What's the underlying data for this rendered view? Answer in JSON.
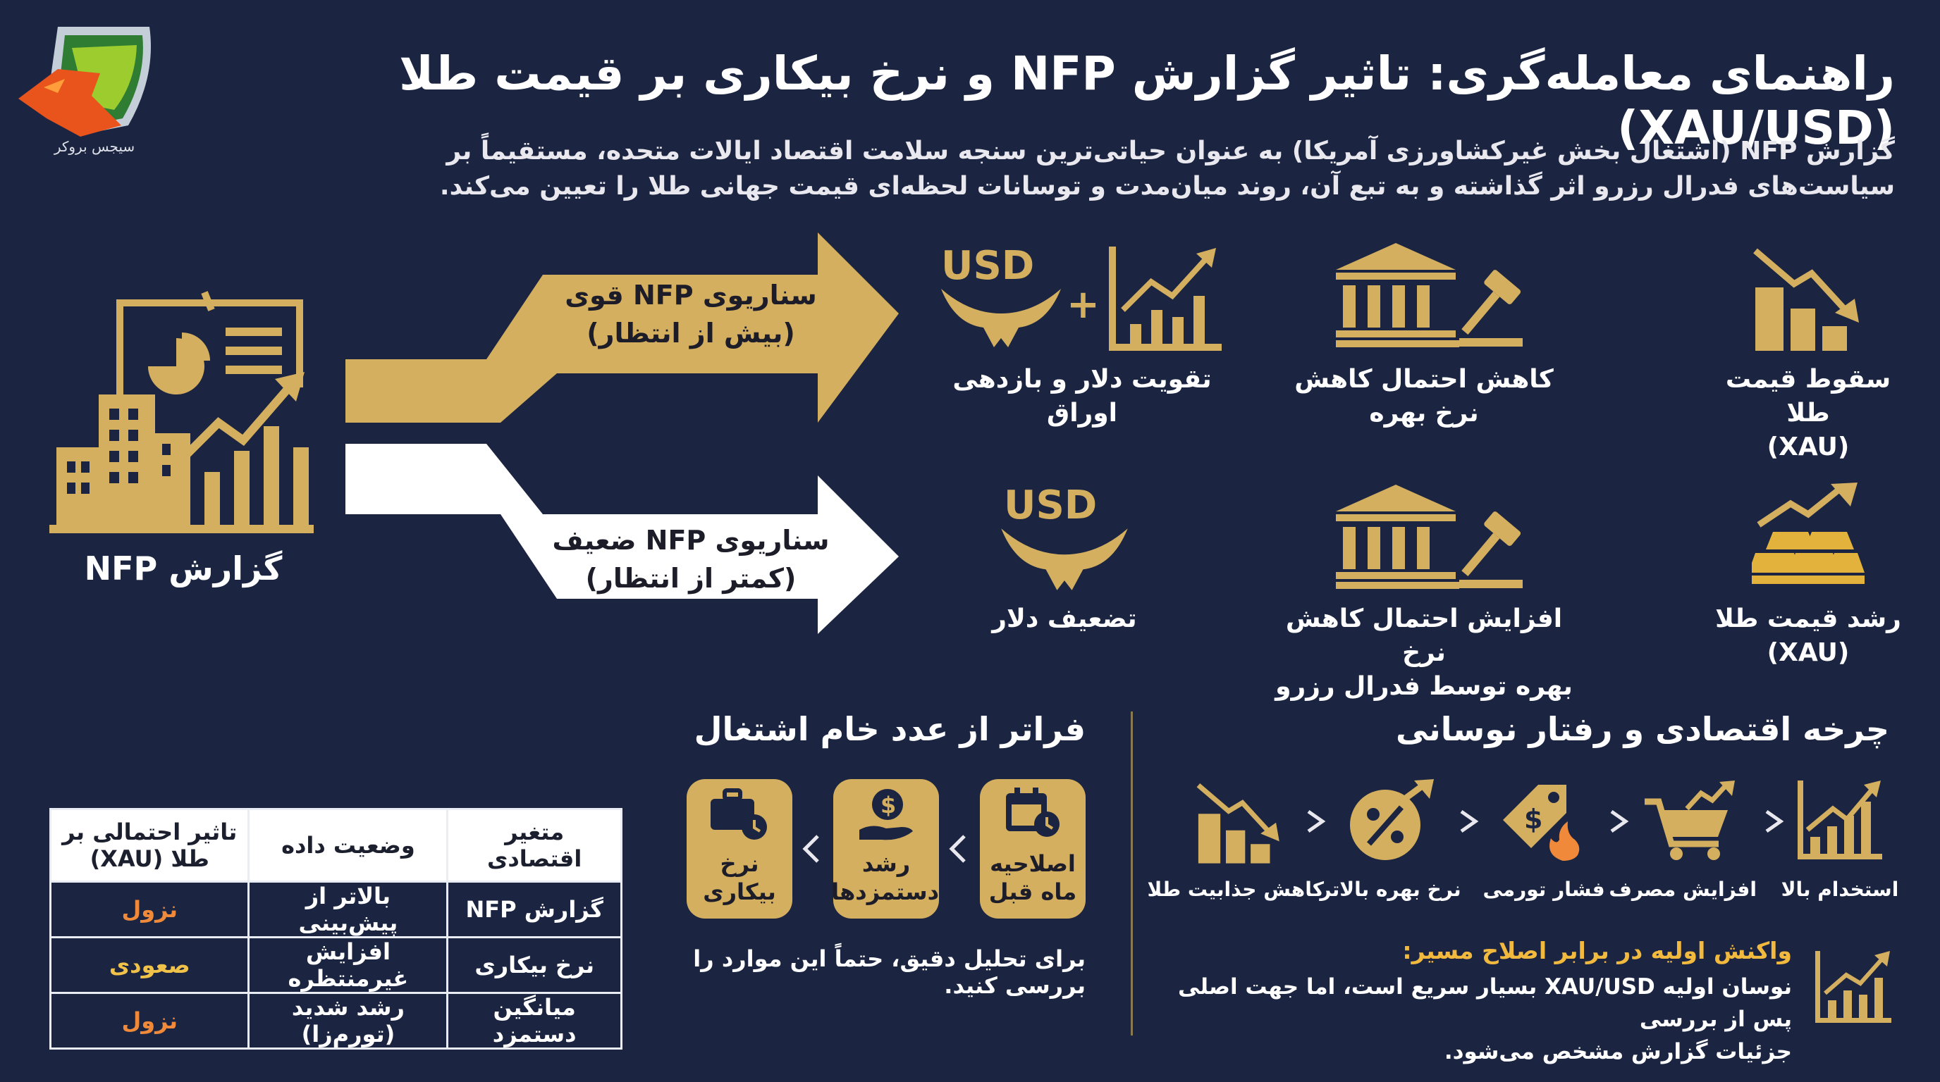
{
  "colors": {
    "background": "#1b2440",
    "gold": "#d4af5f",
    "white": "#ffffff",
    "down": "#f08a3a",
    "up": "#f1c24a"
  },
  "header": {
    "title": "راهنمای معامله‌گری: تاثیر گزارش NFP و نرخ بیکاری بر قیمت طلا (XAU/USD)",
    "intro": "گزارش NFP (اشتغال بخش غیرکشاورزی آمریکا) به عنوان حیاتی‌ترین سنجه سلامت اقتصاد ایالات متحده، مستقیماً بر سیاست‌های فدرال رزرو اثر گذاشته و به تبع آن، روند میان‌مدت و توسانات لحظه‌ای قیمت جهانی طلا را تعیین می‌کند."
  },
  "logo": {
    "caption": "سیجس بروکر",
    "icon": "wolf-shield-logo"
  },
  "source": {
    "label": "گزارش NFP",
    "icon": "report-building-chart-icon"
  },
  "scenarios": {
    "strong": {
      "label_line1": "سناریوی NFP قوی",
      "label_line2": "(بیش از انتظار)",
      "outcomes": [
        {
          "icon": "usd-eagle-plus-chart-icon",
          "usd": "USD",
          "plus": "+",
          "line1": "تقویت دلار و بازدهی اوراق",
          "line2": ""
        },
        {
          "icon": "bank-gavel-icon",
          "line1": "کاهش احتمال کاهش",
          "line2": "نرخ بهره"
        },
        {
          "icon": "chart-down-icon",
          "line1": "سقوط قیمت طلا",
          "line2": "(XAU)"
        }
      ]
    },
    "weak": {
      "label_line1": "سناریوی NFP ضعیف",
      "label_line2": "(کمتر از انتظار)",
      "outcomes": [
        {
          "icon": "usd-eagle-icon",
          "usd": "USD",
          "line1": "تضعیف دلار",
          "line2": ""
        },
        {
          "icon": "bank-gavel-icon",
          "line1": "افزایش احتمال کاهش نرخ",
          "line2": "بهره توسط فدرال رزرو"
        },
        {
          "icon": "gold-bars-up-icon",
          "line1": "رشد قیمت طلا",
          "line2": "(XAU)"
        }
      ]
    }
  },
  "cycle": {
    "title": "چرخه اقتصادی و رفتار نوسانی",
    "steps": [
      {
        "icon": "rising-bars-icon",
        "label": "استخدام بالا"
      },
      {
        "icon": "cart-up-icon",
        "label": "افزایش مصرف"
      },
      {
        "icon": "price-tag-fire-icon",
        "label": "فشار تورمی"
      },
      {
        "icon": "percent-up-icon",
        "label": "نرخ بهره بالاتر"
      },
      {
        "icon": "chart-down-icon",
        "label": "کاهش جذابیت طلا"
      }
    ],
    "note_title": "واکنش اولیه در برابر اصلاح مسیر:",
    "note_line1": "نوسان اولیه XAU/USD بسیار سریع است، اما جهت اصلی پس از بررسی",
    "note_line2": "جزئیات گزارش مشخص می‌شود."
  },
  "beyond": {
    "title": "فراتر از عدد خام اشتغال",
    "tiles": [
      {
        "icon": "calendar-clock-icon",
        "line1": "اصلاحیه",
        "line2": "ماه قبل"
      },
      {
        "icon": "hand-dollar-icon",
        "line1": "رشد",
        "line2": "دستمزدها"
      },
      {
        "icon": "briefcase-clock-icon",
        "line1": "نرخ",
        "line2": "بیکاری"
      }
    ],
    "caption": "برای تحلیل دقیق، حتماً این موارد را بررسی کنید."
  },
  "matrix": {
    "headers": [
      "متغیر اقتصادی",
      "وضعیت داده",
      "تاثیر احتمالی بر طلا (XAU)"
    ],
    "rows": [
      [
        "گزارش NFP",
        "بالاتر از پیش‌بینی",
        "نزول"
      ],
      [
        "نرخ بیکاری",
        "افزایش غیرمنتظره",
        "صعودی"
      ],
      [
        "میانگین دستمزد",
        "رشد شدید (تورم‌زا)",
        "نزول"
      ]
    ]
  }
}
